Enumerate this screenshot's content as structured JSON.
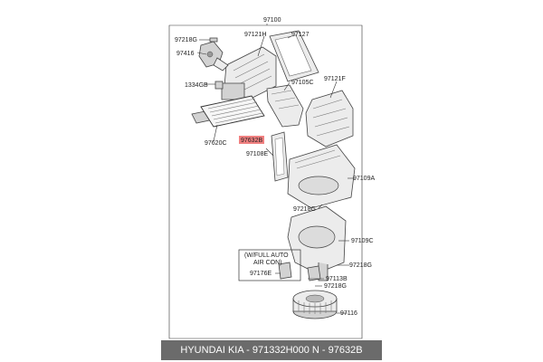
{
  "diagram": {
    "labels": {
      "p97100": "97100",
      "p97218g_top": "97218G",
      "p97121h": "97121H",
      "p97127": "97127",
      "p97416": "97416",
      "p1334gb": "1334GB",
      "p97105c": "97105C",
      "p97121f": "97121F",
      "p97620c": "97620C",
      "p97632b": "97632B",
      "p97108e": "97108E",
      "p97109a": "97109A",
      "p97218g_mid": "97218G",
      "p97109c": "97109C",
      "p97218g_right": "97218G",
      "p97176e": "97176E",
      "p97113b": "97113B",
      "p97218g_low": "97218G",
      "p97116": "97116"
    },
    "note": {
      "line1": "(W/FULL AUTO",
      "line2": "AIR CON)"
    },
    "highlight_color": "#f08080"
  },
  "footer": {
    "text": "HYUNDAI  KIA - 971332H000     N - 97632B"
  }
}
